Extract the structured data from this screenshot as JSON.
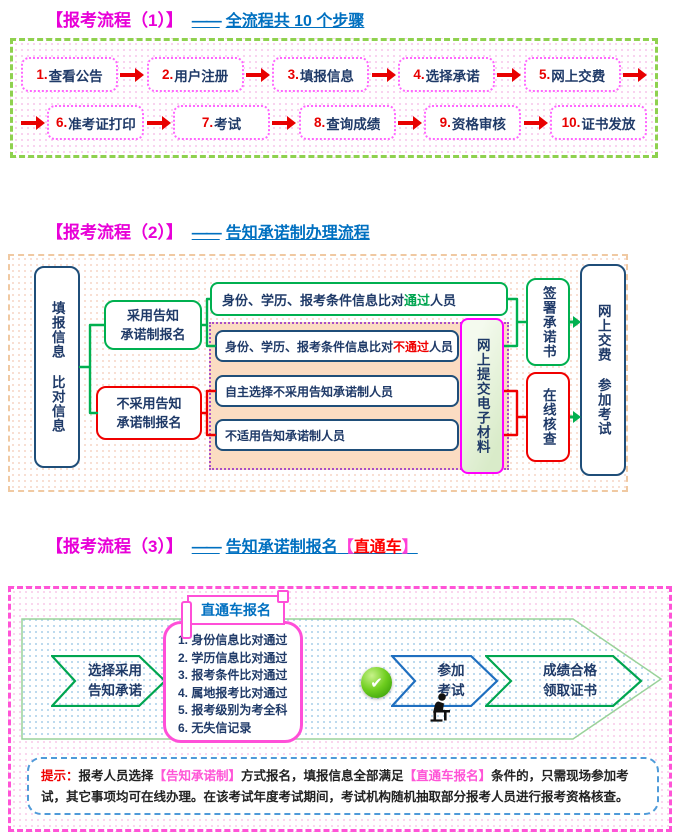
{
  "colors": {
    "title_magenta": "#e800d8",
    "link_blue": "#0070c0",
    "arrow_red": "#e80000",
    "text_navy": "#1f3a68",
    "green": "#00b050",
    "red": "#f00000",
    "step_border_pink": "#ff66ff",
    "container1_border_green": "#8fd14f",
    "container2_border_tan": "#f0c9a2",
    "container3_border_magenta": "#ff54d7",
    "dashed_fill_peach": "#fbdcc2",
    "dashed_border_purple": "#a84fc8",
    "upload_border_magenta": "#ff00ff",
    "chevron_blue": "#1f6fc0",
    "note_border_blue": "#4f9bd9"
  },
  "section1": {
    "title": {
      "bracket": "【报考流程（1）】",
      "dash": "——",
      "link": "全流程共 10 个步骤"
    },
    "steps": [
      {
        "num": "1.",
        "label": "查看公告"
      },
      {
        "num": "2.",
        "label": "用户注册"
      },
      {
        "num": "3.",
        "label": "填报信息"
      },
      {
        "num": "4.",
        "label": "选择承诺"
      },
      {
        "num": "5.",
        "label": "网上交费"
      },
      {
        "num": "6.",
        "label": "准考证打印"
      },
      {
        "num": "7.",
        "label": "考试"
      },
      {
        "num": "8.",
        "label": "查询成绩"
      },
      {
        "num": "9.",
        "label": "资格审核"
      },
      {
        "num": "10.",
        "label": "证书发放"
      }
    ]
  },
  "section2": {
    "title": {
      "bracket": "【报考流程（2）】",
      "dash": "——",
      "link": "告知承诺制办理流程"
    },
    "left_box": "填报信息 比对信息",
    "adopt_box": "采用告知\n承诺制报名",
    "not_adopt_box": "不采用告知\n承诺制报名",
    "pass_box": {
      "prefix": "身份、学历、报考条件信息比对",
      "highlight": "通过",
      "suffix": "人员"
    },
    "fail_box": {
      "prefix": "身份、学历、报考条件信息比对",
      "highlight": "不通过",
      "suffix": "人员"
    },
    "self_box": "自主选择不采用告知承诺制人员",
    "na_box": "不适用告知承诺制人员",
    "upload_box": "网上提交电子材料",
    "sign_box": "签署承诺书",
    "verify_box": "在线核查",
    "result_box": "网上交费 参加考试"
  },
  "section3": {
    "title": {
      "bracket": "【报考流程（3）】",
      "dash": "——",
      "link": "告知承诺制报名",
      "hot_open": "【",
      "hot": "直通车",
      "hot_close": "】"
    },
    "ribbon": "直通车报名",
    "chevron_start": "选择采用\n告知承诺",
    "checklist": [
      "1. 身份信息比对通过",
      "2. 学历信息比对通过",
      "3. 报考条件比对通过",
      "4. 属地报考比对通过",
      "5. 报考级别为考全科",
      "6. 无失信记录"
    ],
    "check_icon": "✔",
    "chevron_exam": "参加\n考试",
    "chevron_result": "成绩合格\n领取证书",
    "note": {
      "label": "提示：",
      "p1": "报考人员选择",
      "h1": "【告知承诺制】",
      "p2": "方式报名，填报信息全部满足",
      "h2": "【直通车报名】",
      "p3": "条件的，只需现场参加考试，其它事项均可在线办理。在该考试年度考试期间，考试机构随机抽取部分报考人员进行报考资格核查。"
    }
  }
}
